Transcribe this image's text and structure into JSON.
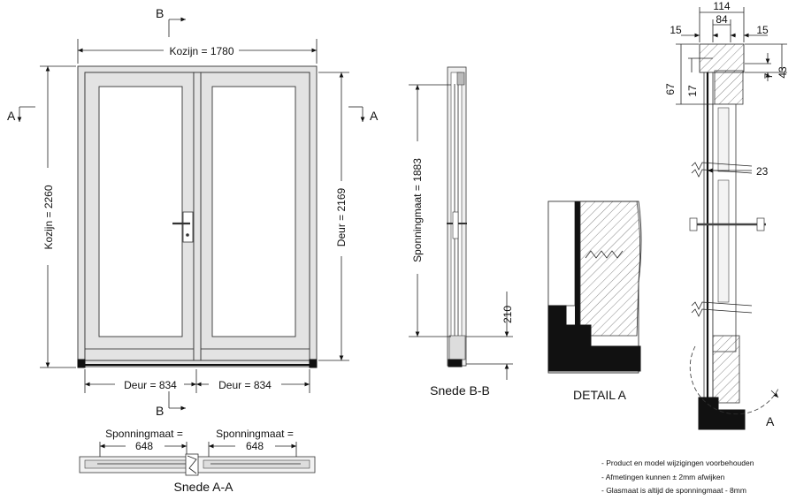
{
  "front_view": {
    "kozijn_width": "Kozijn = 1780",
    "kozijn_height": "Kozijn = 2260",
    "deur_height": "Deur = 2169",
    "deur_left": "Deur = 834",
    "deur_right": "Deur = 834",
    "section_a": "A",
    "section_b": "B"
  },
  "section_aa": {
    "left_label_line1": "Sponningmaat =",
    "left_label_line2": "648",
    "right_label_line1": "Sponningmaat =",
    "right_label_line2": "648",
    "title": "Snede A-A"
  },
  "section_bb": {
    "sponningmaat": "Sponningmaat = 1883",
    "dim_210": "210",
    "title": "Snede B-B"
  },
  "detail": {
    "title": "DETAIL  A"
  },
  "profile": {
    "d114": "114",
    "d84": "84",
    "d15_left": "15",
    "d15_right": "15",
    "d67": "67",
    "d17": "17",
    "d7": "7",
    "d43": "43",
    "d23": "23",
    "section_a": "A"
  },
  "notes": [
    "- Product en model wijzigingen voorbehouden",
    "- Afmetingen kunnen ± 2mm afwijken",
    "- Glasmaat is altijd de sponningmaat - 8mm"
  ]
}
